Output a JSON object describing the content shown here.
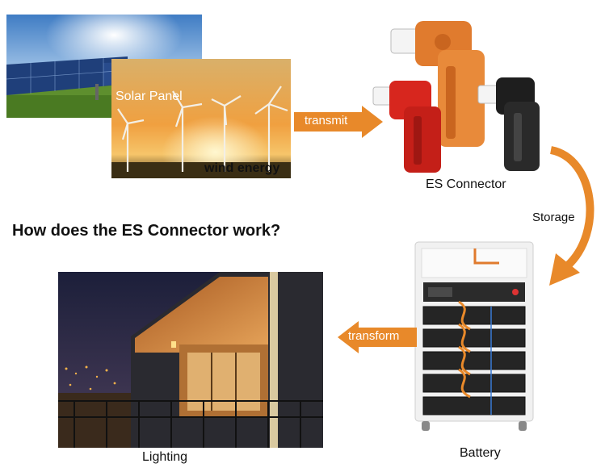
{
  "title": "How does the ES Connector work?",
  "sources": {
    "solar_label": "Solar Panel",
    "wind_label": "wind energy"
  },
  "connector": {
    "label": "ES Connector"
  },
  "battery": {
    "label": "Battery"
  },
  "lighting": {
    "label": "Lighting"
  },
  "arrows": {
    "transmit": "transmit",
    "storage": "Storage",
    "transform": "transform"
  },
  "colors": {
    "arrow_orange": "#E8892A",
    "connector_orange": "#E07B2E",
    "connector_red": "#D7261E",
    "connector_black": "#1E1E1E"
  }
}
